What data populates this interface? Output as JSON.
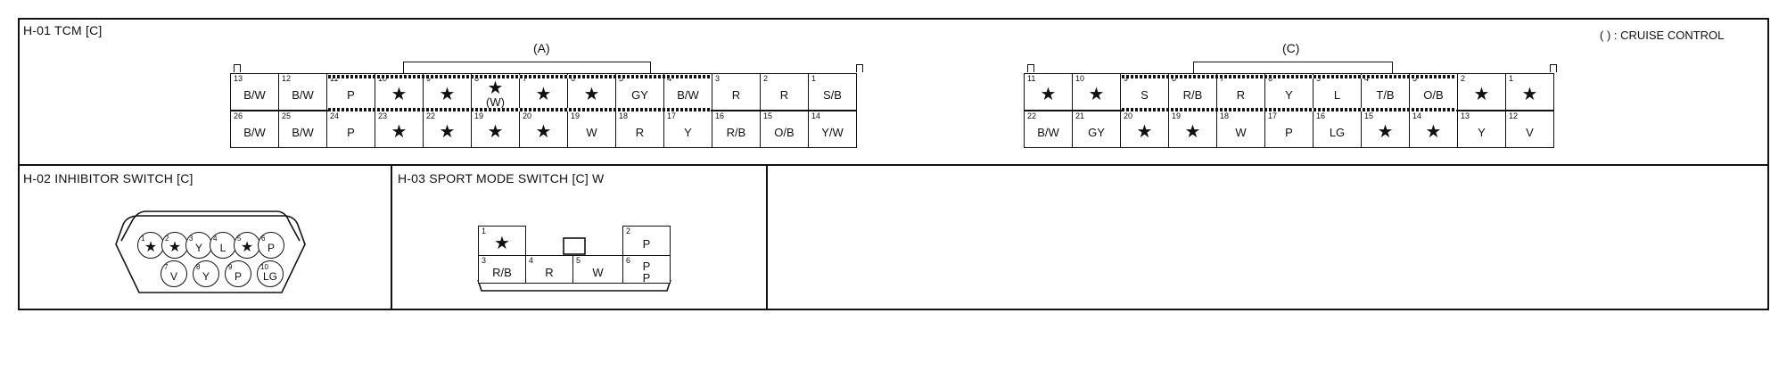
{
  "legend_note": "(    ) : CRUISE CONTROL",
  "h01": {
    "title": "H-01 TCM [C]",
    "conn_a": {
      "label": "(A)",
      "top": [
        {
          "pin": "13",
          "label": "B/W"
        },
        {
          "pin": "12",
          "label": "B/W"
        },
        {
          "pin": "11",
          "label": "P"
        },
        {
          "pin": "10",
          "label": "★"
        },
        {
          "pin": "9",
          "label": "★"
        },
        {
          "pin": "8",
          "label": "★",
          "sub": "(W)"
        },
        {
          "pin": "7",
          "label": "★"
        },
        {
          "pin": "6",
          "label": "★"
        },
        {
          "pin": "5",
          "label": "GY"
        },
        {
          "pin": "4",
          "label": "B/W"
        },
        {
          "pin": "3",
          "label": "R"
        },
        {
          "pin": "2",
          "label": "R"
        },
        {
          "pin": "1",
          "label": "S/B"
        }
      ],
      "bottom": [
        {
          "pin": "26",
          "label": "B/W"
        },
        {
          "pin": "25",
          "label": "B/W"
        },
        {
          "pin": "24",
          "label": "P"
        },
        {
          "pin": "23",
          "label": "★"
        },
        {
          "pin": "22",
          "label": "★"
        },
        {
          "pin": "19",
          "label": "★"
        },
        {
          "pin": "20",
          "label": "★"
        },
        {
          "pin": "19",
          "label": "W"
        },
        {
          "pin": "18",
          "label": "R"
        },
        {
          "pin": "17",
          "label": "Y"
        },
        {
          "pin": "16",
          "label": "R/B"
        },
        {
          "pin": "15",
          "label": "O/B"
        },
        {
          "pin": "14",
          "label": "Y/W"
        }
      ]
    },
    "conn_c": {
      "label": "(C)",
      "top": [
        {
          "pin": "11",
          "label": "★"
        },
        {
          "pin": "10",
          "label": "★"
        },
        {
          "pin": "9",
          "label": "S"
        },
        {
          "pin": "8",
          "label": "R/B"
        },
        {
          "pin": "7",
          "label": "R"
        },
        {
          "pin": "6",
          "label": "Y"
        },
        {
          "pin": "5",
          "label": "L"
        },
        {
          "pin": "4",
          "label": "T/B"
        },
        {
          "pin": "3",
          "label": "O/B"
        },
        {
          "pin": "2",
          "label": "★"
        },
        {
          "pin": "1",
          "label": "★"
        }
      ],
      "bottom": [
        {
          "pin": "22",
          "label": "B/W"
        },
        {
          "pin": "21",
          "label": "GY"
        },
        {
          "pin": "20",
          "label": "★"
        },
        {
          "pin": "19",
          "label": "★"
        },
        {
          "pin": "18",
          "label": "W"
        },
        {
          "pin": "17",
          "label": "P"
        },
        {
          "pin": "16",
          "label": "LG"
        },
        {
          "pin": "15",
          "label": "★"
        },
        {
          "pin": "14",
          "label": "★"
        },
        {
          "pin": "13",
          "label": "Y"
        },
        {
          "pin": "12",
          "label": "V"
        }
      ]
    }
  },
  "h02": {
    "title": "H-02 INHIBITOR SWITCH [C]",
    "top": [
      {
        "pin": "1",
        "label": "★"
      },
      {
        "pin": "2",
        "label": "★"
      },
      {
        "pin": "3",
        "label": "Y"
      },
      {
        "pin": "4",
        "label": "L"
      },
      {
        "pin": "5",
        "label": "★"
      },
      {
        "pin": "6",
        "label": "P"
      }
    ],
    "bottom": [
      {
        "pin": "7",
        "label": "V"
      },
      {
        "pin": "8",
        "label": "Y"
      },
      {
        "pin": "9",
        "label": "P"
      },
      {
        "pin": "10",
        "label": "LG"
      }
    ]
  },
  "h03": {
    "title": "H-03 SPORT MODE SWITCH [C] W",
    "cells": [
      {
        "pin": "1",
        "label": "★"
      },
      {
        "pin": "2",
        "label": "P"
      },
      {
        "pin": "3",
        "label": "R/B"
      },
      {
        "pin": "4",
        "label": "R"
      },
      {
        "pin": "5",
        "label": "W"
      },
      {
        "pin": "6",
        "label": "P",
        "sub": "P"
      }
    ]
  }
}
